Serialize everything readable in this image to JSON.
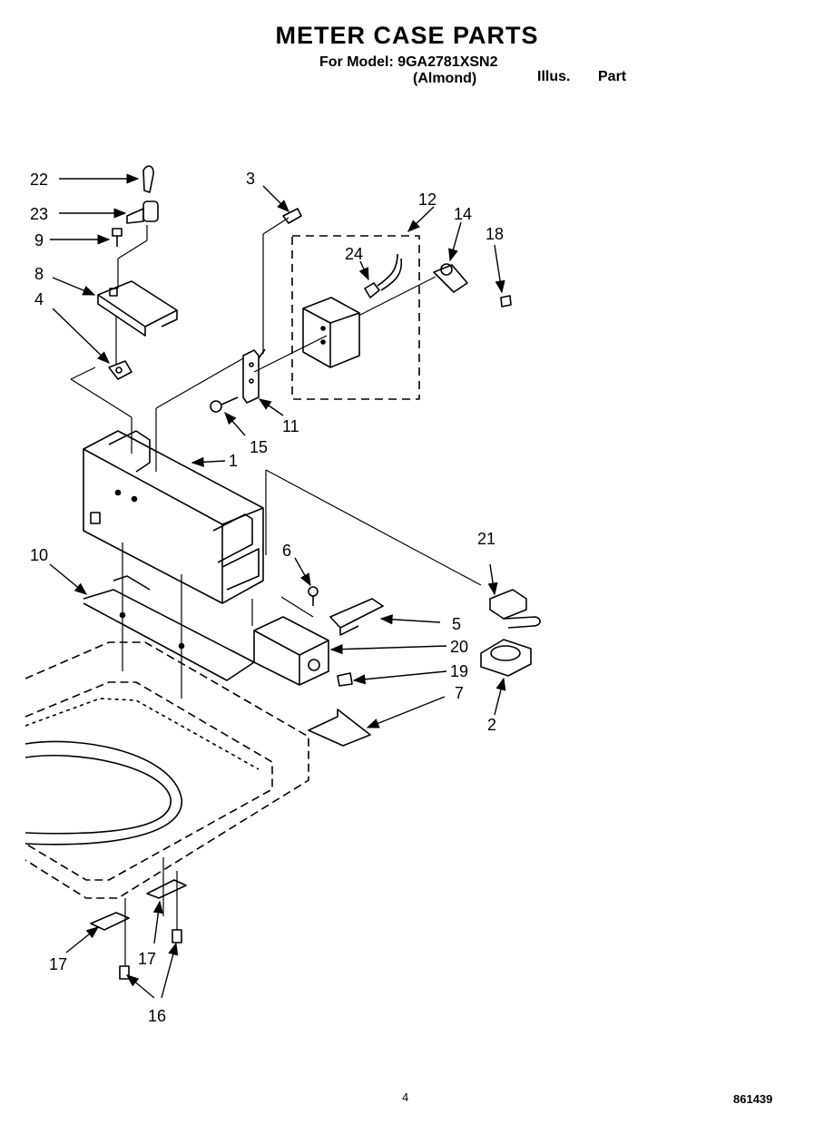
{
  "header": {
    "title": "METER CASE PARTS",
    "model_line": "For Model: 9GA2781XSN2",
    "finish": "(Almond)",
    "illus_label": "Illus.",
    "part_label": "Part"
  },
  "callouts": {
    "c1": "1",
    "c2": "2",
    "c3": "3",
    "c4": "4",
    "c5": "5",
    "c6": "6",
    "c7": "7",
    "c8": "8",
    "c9": "9",
    "c10": "10",
    "c11": "11",
    "c12": "12",
    "c14": "14",
    "c15": "15",
    "c16": "16",
    "c17a": "17",
    "c17b": "17",
    "c18": "18",
    "c19": "19",
    "c20": "20",
    "c21": "21",
    "c22": "22",
    "c23": "23",
    "c24": "24"
  },
  "footer": {
    "page_number": "4",
    "document_number": "861439"
  }
}
